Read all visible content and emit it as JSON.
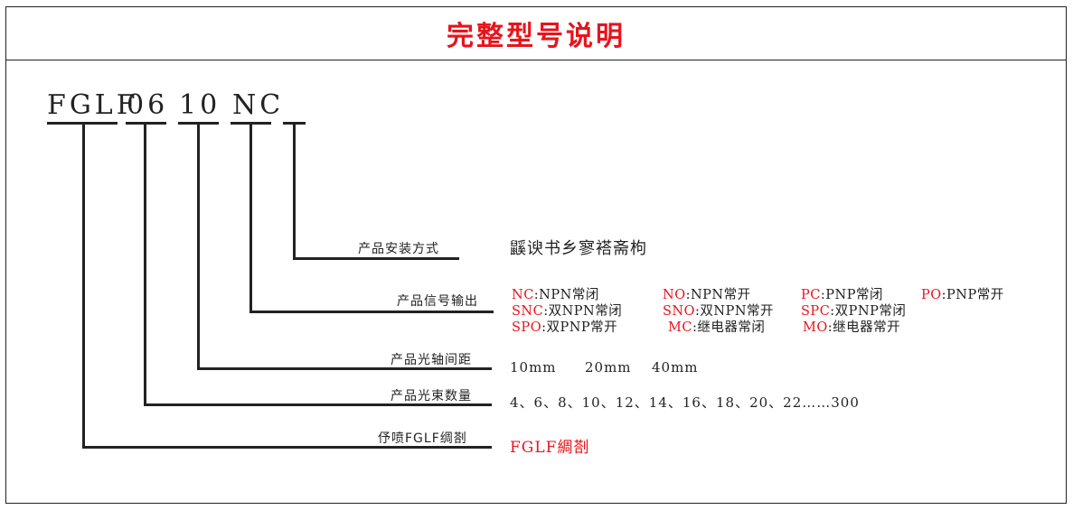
{
  "title": "完整型号说明",
  "model_code": {
    "series": "FGLF",
    "beams": "06",
    "spacing": "10",
    "output": "NC"
  },
  "rows": {
    "mount": {
      "label": "产品安装方式",
      "value": "鼷谀书乡寥褡斋枸"
    },
    "output": {
      "label": "产品信号输出",
      "options": [
        {
          "code": "NC",
          "desc": ":NPN常闭"
        },
        {
          "code": "NO",
          "desc": ":NPN常开"
        },
        {
          "code": "PC",
          "desc": ":PNP常闭"
        },
        {
          "code": "PO",
          "desc": ":PNP常开"
        },
        {
          "code": "SNC",
          "desc": ":双NPN常闭"
        },
        {
          "code": "SNO",
          "desc": ":双NPN常开"
        },
        {
          "code": "SPC",
          "desc": ":双PNP常闭"
        },
        {
          "code": "SPO",
          "desc": ":双PNP常开"
        },
        {
          "code": "MC",
          "desc": ":继电器常闭"
        },
        {
          "code": "MO",
          "desc": ":继电器常开"
        }
      ]
    },
    "spacing": {
      "label": "产品光轴间距",
      "values": [
        "10mm",
        "20mm",
        "40mm"
      ]
    },
    "beams": {
      "label": "产品光束数量",
      "value": "4、6、8、10、12、14、16、18、20、22……300"
    },
    "series": {
      "label": "伃喷FGLF绸剳",
      "value": "FGLF綢剳"
    }
  },
  "colors": {
    "accent": "#e8141b",
    "line": "#222222"
  }
}
